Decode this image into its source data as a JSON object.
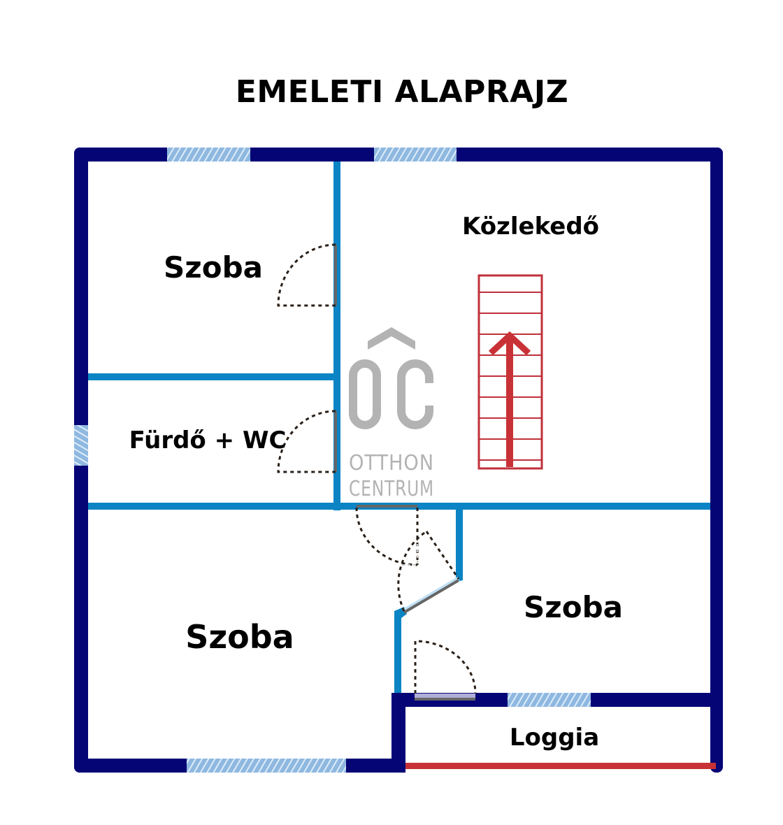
{
  "title": "EMELETI ALAPRAJZ",
  "colors": {
    "outer_wall": "#050575",
    "inner_wall": "#0a84c4",
    "window_fill": "#8fb8e0",
    "window_stripe": "#dcecfa",
    "door_leaf": "#666666",
    "door_swing": "#2a2018",
    "stair": "#c0303a",
    "railing": "#c83236",
    "logo": "#b3b3b3"
  },
  "rooms": [
    {
      "id": "szoba-nw",
      "label": "Szoba"
    },
    {
      "id": "kozlekedo",
      "label": "Közlekedő"
    },
    {
      "id": "furdo-wc",
      "label": "Fürdő + WC"
    },
    {
      "id": "szoba-sw",
      "label": "Szoba"
    },
    {
      "id": "szoba-se",
      "label": "Szoba"
    },
    {
      "id": "loggia",
      "label": "Loggia"
    }
  ],
  "logo": {
    "monogram": "OC",
    "line1": "OTTHON",
    "line2": "CENTRUM"
  },
  "stairs": {
    "direction": "up",
    "steps": 10
  }
}
